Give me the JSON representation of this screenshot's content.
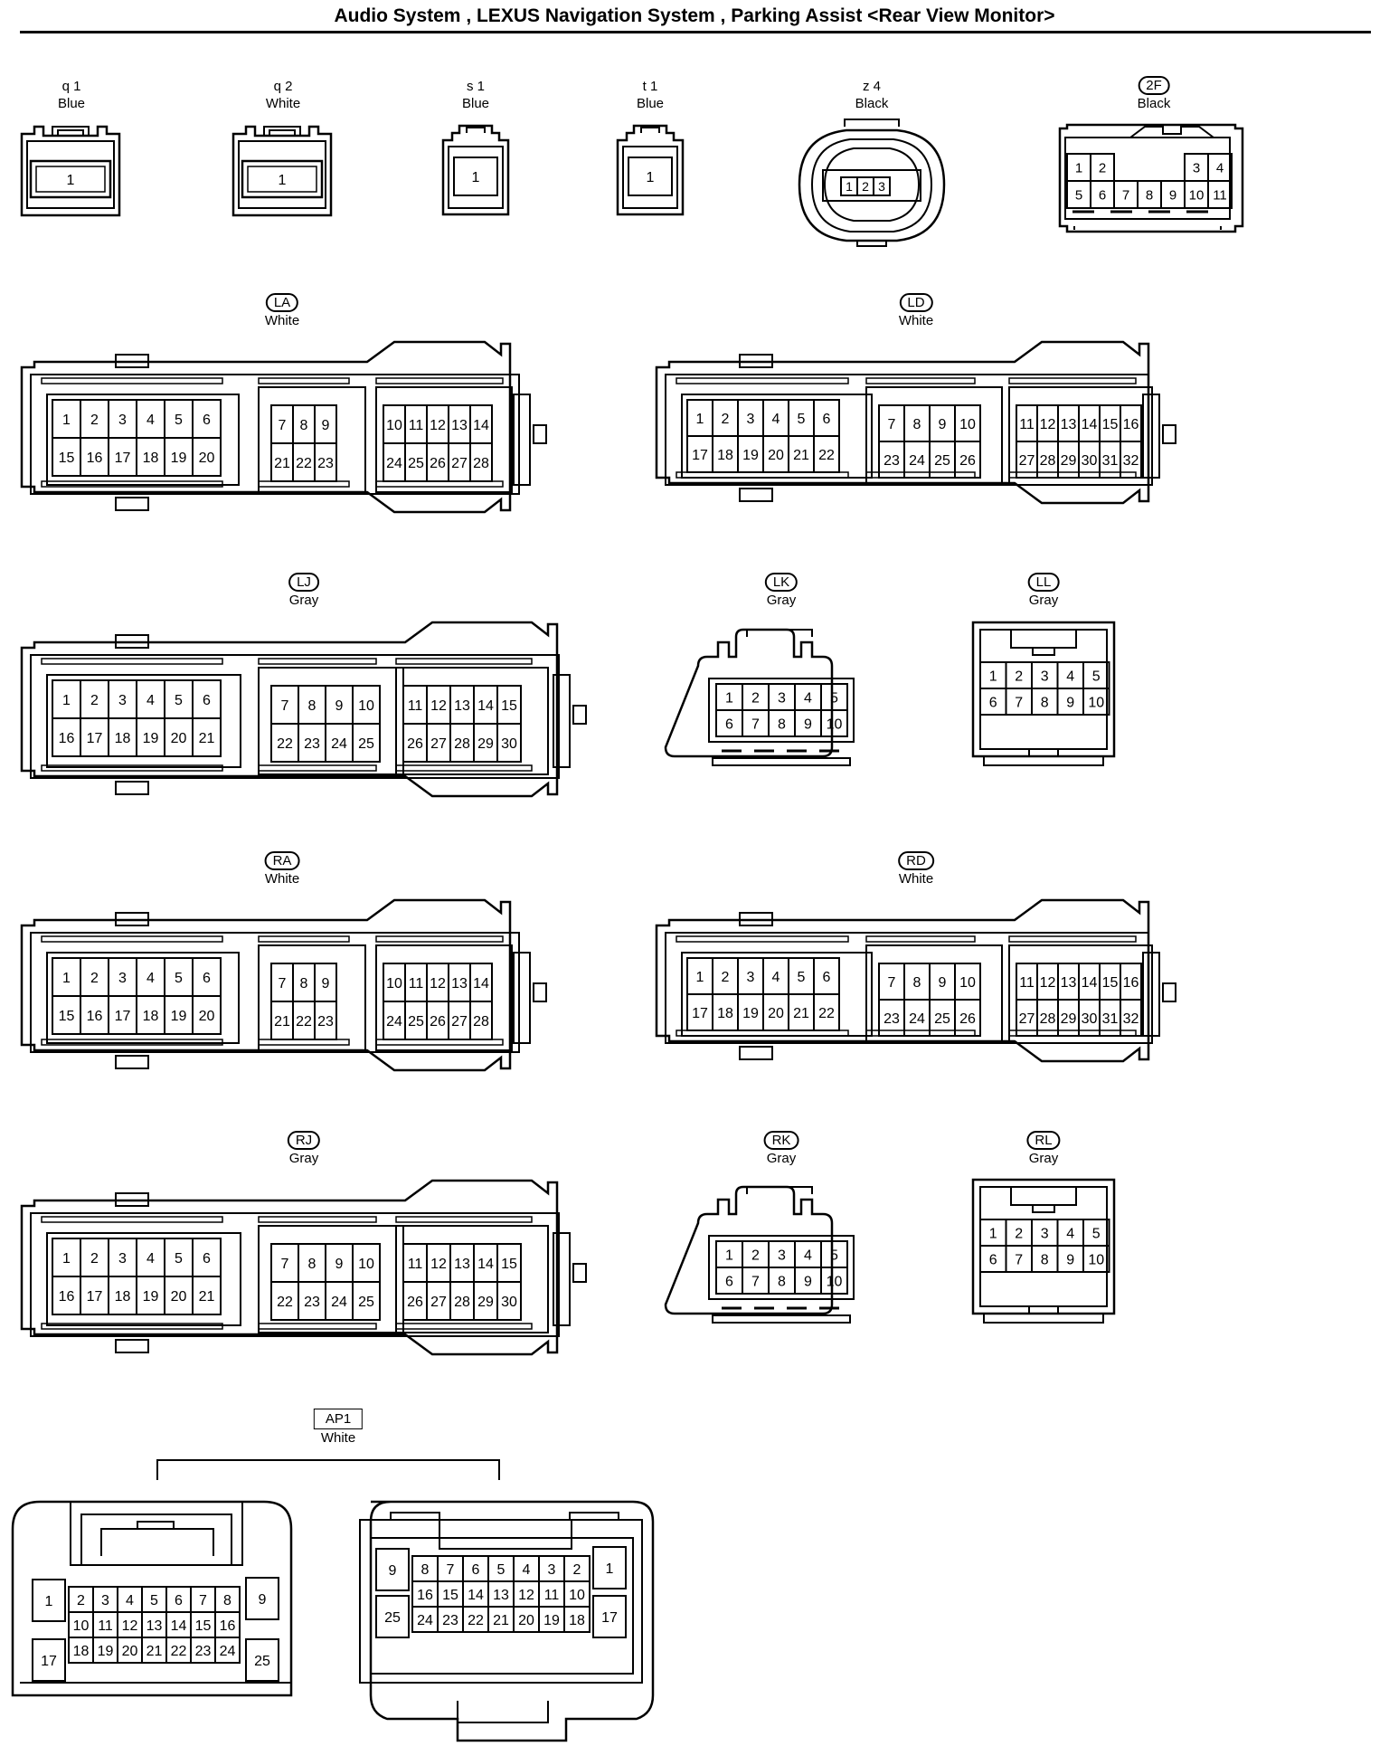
{
  "header": {
    "title": "Audio System , LEXUS Navigation System , Parking Assist <Rear View Monitor>"
  },
  "connectors": [
    {
      "id": "q1",
      "code": "q 1",
      "color": "Blue",
      "style": "plain",
      "rows": [
        [
          "1"
        ]
      ]
    },
    {
      "id": "q2",
      "code": "q 2",
      "color": "White",
      "style": "plain",
      "rows": [
        [
          "1"
        ]
      ]
    },
    {
      "id": "s1",
      "code": "s 1",
      "color": "Blue",
      "style": "plain",
      "rows": [
        [
          "1"
        ]
      ]
    },
    {
      "id": "t1",
      "code": "t 1",
      "color": "Blue",
      "style": "plain",
      "rows": [
        [
          "1"
        ]
      ]
    },
    {
      "id": "z4",
      "code": "z 4",
      "color": "Black",
      "style": "plain",
      "rows": [
        [
          "1",
          "2",
          "3"
        ]
      ]
    },
    {
      "id": "2F",
      "code": "2F",
      "color": "Black",
      "style": "pill",
      "rows": [
        [
          "1",
          "2",
          "",
          "",
          "",
          "3",
          "4"
        ],
        [
          "5",
          "6",
          "7",
          "8",
          "9",
          "10",
          "11"
        ]
      ]
    },
    {
      "id": "LA",
      "code": "LA",
      "color": "White",
      "style": "pill",
      "groups": [
        {
          "rows": [
            [
              "1",
              "2",
              "3",
              "4",
              "5",
              "6"
            ],
            [
              "15",
              "16",
              "17",
              "18",
              "19",
              "20"
            ]
          ]
        },
        {
          "rows": [
            [
              "7",
              "8",
              "9"
            ],
            [
              "21",
              "22",
              "23"
            ]
          ]
        },
        {
          "rows": [
            [
              "10",
              "11",
              "12",
              "13",
              "14"
            ],
            [
              "24",
              "25",
              "26",
              "27",
              "28"
            ]
          ]
        }
      ]
    },
    {
      "id": "LD",
      "code": "LD",
      "color": "White",
      "style": "pill",
      "groups": [
        {
          "rows": [
            [
              "1",
              "2",
              "3",
              "4",
              "5",
              "6"
            ],
            [
              "17",
              "18",
              "19",
              "20",
              "21",
              "22"
            ]
          ]
        },
        {
          "rows": [
            [
              "7",
              "8",
              "9",
              "10"
            ],
            [
              "23",
              "24",
              "25",
              "26"
            ]
          ]
        },
        {
          "rows": [
            [
              "11",
              "12",
              "13",
              "14",
              "15",
              "16"
            ],
            [
              "27",
              "28",
              "29",
              "30",
              "31",
              "32"
            ]
          ]
        }
      ]
    },
    {
      "id": "LJ",
      "code": "LJ",
      "color": "Gray",
      "style": "pill",
      "groups": [
        {
          "rows": [
            [
              "1",
              "2",
              "3",
              "4",
              "5",
              "6"
            ],
            [
              "16",
              "17",
              "18",
              "19",
              "20",
              "21"
            ]
          ]
        },
        {
          "rows": [
            [
              "7",
              "8",
              "9",
              "10"
            ],
            [
              "22",
              "23",
              "24",
              "25"
            ]
          ]
        },
        {
          "rows": [
            [
              "11",
              "12",
              "13",
              "14",
              "15"
            ],
            [
              "26",
              "27",
              "28",
              "29",
              "30"
            ]
          ]
        }
      ]
    },
    {
      "id": "LK",
      "code": "LK",
      "color": "Gray",
      "style": "pill",
      "rows": [
        [
          "1",
          "2",
          "3",
          "4",
          "5"
        ],
        [
          "6",
          "7",
          "8",
          "9",
          "10"
        ]
      ]
    },
    {
      "id": "LL",
      "code": "LL",
      "color": "Gray",
      "style": "pill",
      "rows": [
        [
          "1",
          "2",
          "3",
          "4",
          "5"
        ],
        [
          "6",
          "7",
          "8",
          "9",
          "10"
        ]
      ]
    },
    {
      "id": "RA",
      "code": "RA",
      "color": "White",
      "style": "pill",
      "groups": [
        {
          "rows": [
            [
              "1",
              "2",
              "3",
              "4",
              "5",
              "6"
            ],
            [
              "15",
              "16",
              "17",
              "18",
              "19",
              "20"
            ]
          ]
        },
        {
          "rows": [
            [
              "7",
              "8",
              "9"
            ],
            [
              "21",
              "22",
              "23"
            ]
          ]
        },
        {
          "rows": [
            [
              "10",
              "11",
              "12",
              "13",
              "14"
            ],
            [
              "24",
              "25",
              "26",
              "27",
              "28"
            ]
          ]
        }
      ]
    },
    {
      "id": "RD",
      "code": "RD",
      "color": "White",
      "style": "pill",
      "groups": [
        {
          "rows": [
            [
              "1",
              "2",
              "3",
              "4",
              "5",
              "6"
            ],
            [
              "17",
              "18",
              "19",
              "20",
              "21",
              "22"
            ]
          ]
        },
        {
          "rows": [
            [
              "7",
              "8",
              "9",
              "10"
            ],
            [
              "23",
              "24",
              "25",
              "26"
            ]
          ]
        },
        {
          "rows": [
            [
              "11",
              "12",
              "13",
              "14",
              "15",
              "16"
            ],
            [
              "27",
              "28",
              "29",
              "30",
              "31",
              "32"
            ]
          ]
        }
      ]
    },
    {
      "id": "RJ",
      "code": "RJ",
      "color": "Gray",
      "style": "pill",
      "groups": [
        {
          "rows": [
            [
              "1",
              "2",
              "3",
              "4",
              "5",
              "6"
            ],
            [
              "16",
              "17",
              "18",
              "19",
              "20",
              "21"
            ]
          ]
        },
        {
          "rows": [
            [
              "7",
              "8",
              "9",
              "10"
            ],
            [
              "22",
              "23",
              "24",
              "25"
            ]
          ]
        },
        {
          "rows": [
            [
              "11",
              "12",
              "13",
              "14",
              "15"
            ],
            [
              "26",
              "27",
              "28",
              "29",
              "30"
            ]
          ]
        }
      ]
    },
    {
      "id": "RK",
      "code": "RK",
      "color": "Gray",
      "style": "pill",
      "rows": [
        [
          "1",
          "2",
          "3",
          "4",
          "5"
        ],
        [
          "6",
          "7",
          "8",
          "9",
          "10"
        ]
      ]
    },
    {
      "id": "RL",
      "code": "RL",
      "color": "Gray",
      "style": "pill",
      "rows": [
        [
          "1",
          "2",
          "3",
          "4",
          "5"
        ],
        [
          "6",
          "7",
          "8",
          "9",
          "10"
        ]
      ]
    },
    {
      "id": "AP1",
      "code": "AP1",
      "color": "White",
      "style": "box",
      "halves": [
        {
          "side": "left",
          "edge_top": [
            "1",
            "9"
          ],
          "edge_bottom": [
            "17",
            "25"
          ],
          "rows": [
            [
              "2",
              "3",
              "4",
              "5",
              "6",
              "7",
              "8"
            ],
            [
              "10",
              "11",
              "12",
              "13",
              "14",
              "15",
              "16"
            ],
            [
              "18",
              "19",
              "20",
              "21",
              "22",
              "23",
              "24"
            ]
          ]
        },
        {
          "side": "right",
          "edge_top": [
            "9",
            "1"
          ],
          "edge_bottom": [
            "25",
            "17"
          ],
          "rows": [
            [
              "8",
              "7",
              "6",
              "5",
              "4",
              "3",
              "2"
            ],
            [
              "16",
              "15",
              "14",
              "13",
              "12",
              "11",
              "10"
            ],
            [
              "24",
              "23",
              "22",
              "21",
              "20",
              "19",
              "18"
            ]
          ]
        }
      ]
    }
  ]
}
